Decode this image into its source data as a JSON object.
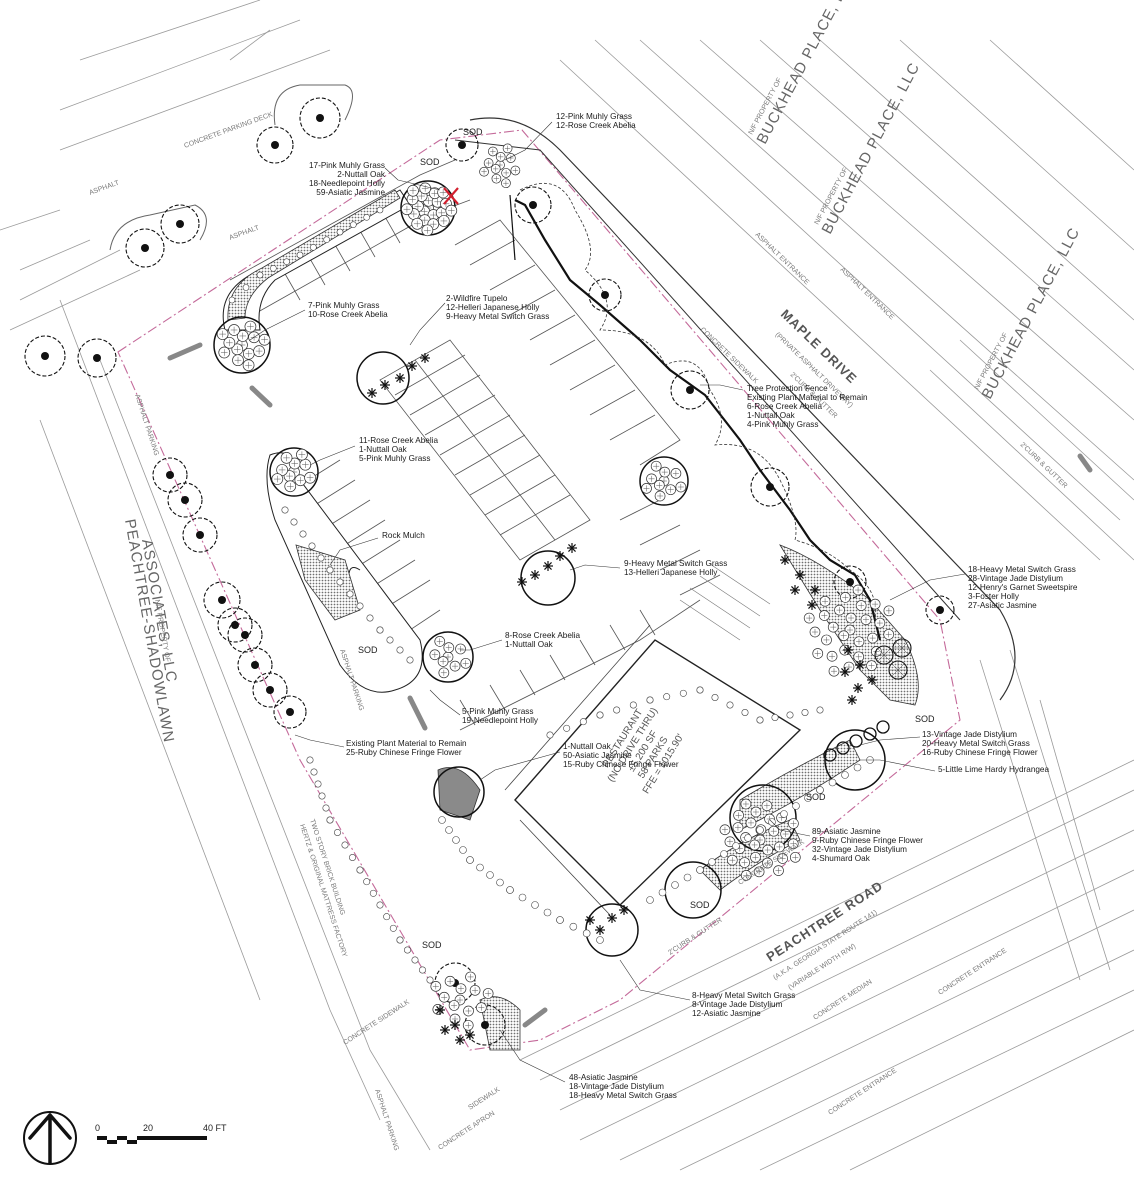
{
  "plant_labels": [
    {
      "id": "a1",
      "lines": [
        "17-Pink Muhly Grass",
        "2-Nuttall Oak",
        "18-Needlepoint Holly",
        "59-Asiatic Jasmine"
      ]
    },
    {
      "id": "a2",
      "lines": [
        "12-Pink Muhly Grass",
        "12-Rose Creek Abelia"
      ]
    },
    {
      "id": "a3",
      "lines": [
        "7-Pink Muhly Grass",
        "10-Rose Creek Abelia"
      ]
    },
    {
      "id": "a4",
      "lines": [
        "2-Wildfire Tupelo",
        "12-Helleri Japanese Holly",
        "9-Heavy Metal Switch Grass"
      ]
    },
    {
      "id": "a5",
      "lines": [
        "Tree Protection Fence",
        "Existing Plant Material to Remain",
        "6-Rose Creek Abelia",
        "1-Nuttall Oak",
        "4-Pink Muhly Grass"
      ]
    },
    {
      "id": "a6",
      "lines": [
        "11-Rose Creek Abelia",
        "1-Nuttall Oak",
        "5-Pink Muhly Grass"
      ]
    },
    {
      "id": "a7",
      "lines": [
        "Rock Mulch"
      ]
    },
    {
      "id": "a8",
      "lines": [
        "9-Heavy Metal Switch Grass",
        "13-Helleri Japanese Holly"
      ]
    },
    {
      "id": "a9",
      "lines": [
        "18-Heavy Metal Switch Grass",
        "28-Vintage Jade Distylium",
        "12-Henry's Garnet Sweetspire",
        "3-Foster Holly",
        "27-Asiatic Jasmine"
      ]
    },
    {
      "id": "a10",
      "lines": [
        "8-Rose Creek Abelia",
        "1-Nuttall Oak"
      ]
    },
    {
      "id": "a11",
      "lines": [
        "5-Pink Muhly Grass",
        "19-Needlepoint Holly"
      ]
    },
    {
      "id": "a12",
      "lines": [
        "13-Vintage Jade Distylium",
        "20-Heavy Metal Switch Grass",
        "16-Ruby Chinese Fringe Flower"
      ]
    },
    {
      "id": "a13",
      "lines": [
        "5-Little Lime Hardy Hydrangea"
      ]
    },
    {
      "id": "a14",
      "lines": [
        "Existing Plant Material to Remain",
        "25-Ruby Chinese Fringe Flower"
      ]
    },
    {
      "id": "a15",
      "lines": [
        "1-Nuttall Oak",
        "50-Asiatic Jasmine",
        "15-Ruby Chinese Fringe Flower"
      ]
    },
    {
      "id": "a16",
      "lines": [
        "89-Asiatic Jasmine",
        "9-Ruby Chinese Fringe Flower",
        "32-Vintage Jade Distylium",
        "4-Shumard Oak"
      ]
    },
    {
      "id": "a17",
      "lines": [
        "8-Heavy Metal Switch Grass",
        "8-Vintage Jade Distylium",
        "12-Asiatic Jasmine"
      ]
    },
    {
      "id": "a18",
      "lines": [
        "48-Asiatic Jasmine",
        "18-Vintage Jade Distylium",
        "18-Heavy Metal Switch Grass"
      ]
    }
  ],
  "sod_label": "SOD",
  "streets": {
    "maple_drive": "MAPLE DRIVE",
    "maple_sub": "(PRIVATE ASPHALT DRIVEWAY)",
    "peachtree_road": "PEACHTREE ROAD",
    "peachtree_sub": "(A.K.A. GEORGIA STATE ROUTE 141)",
    "peachtree_sub2": "(VARIABLE WIDTH R/W)",
    "concrete_median": "CONCRETE MEDIAN",
    "concrete_entrance": "CONCRETE ENTRANCE",
    "concrete_parking_deck": "CONCRETE PARKING DECK",
    "asphalt": "ASPHALT",
    "asphalt_entrance": "ASPHALT ENTRANCE",
    "asphalt_parking": "ASPHALT PARKING",
    "curb_gutter": "2'CURB & GUTTER",
    "concrete_sidewalk": "CONCRETE SIDEWALK",
    "concrete_apron": "CONCRETE APRON",
    "sidewalk": "SIDEWALK"
  },
  "owners": {
    "buckhead_1": "BUCKHEAD PLACE, LLC",
    "buckhead_2": "BUCKHEAD PLACE, LLC",
    "buckhead_3": "BUCKHEAD PLACE, LLC",
    "np_prop": "N/F PROPERTY OF",
    "peachtree_shadowlawn": "PEACHTREE-SHADOWLAWN",
    "associates": "ASSOCIATES, LLC",
    "two_story": "TWO STORY BRICK BUILDING",
    "hertz": "HERTZ & ORIGINAL MATTRESS FACTORY"
  },
  "building": {
    "line1": "RESTAURANT",
    "line2": "(NO DRIVE THRU)",
    "line3": "±5,200 SF",
    "line4": "58 PARKS",
    "line5": "FFE = 1015.90'"
  },
  "scale_bar": {
    "t0": "0",
    "t1": "20",
    "t2": "40 FT"
  },
  "colors": {
    "line": "#1a1a1a",
    "light": "#9a9a9a",
    "pink": "#c46a9a",
    "red": "#d21f2e",
    "hatch": "#7d7d7d"
  }
}
